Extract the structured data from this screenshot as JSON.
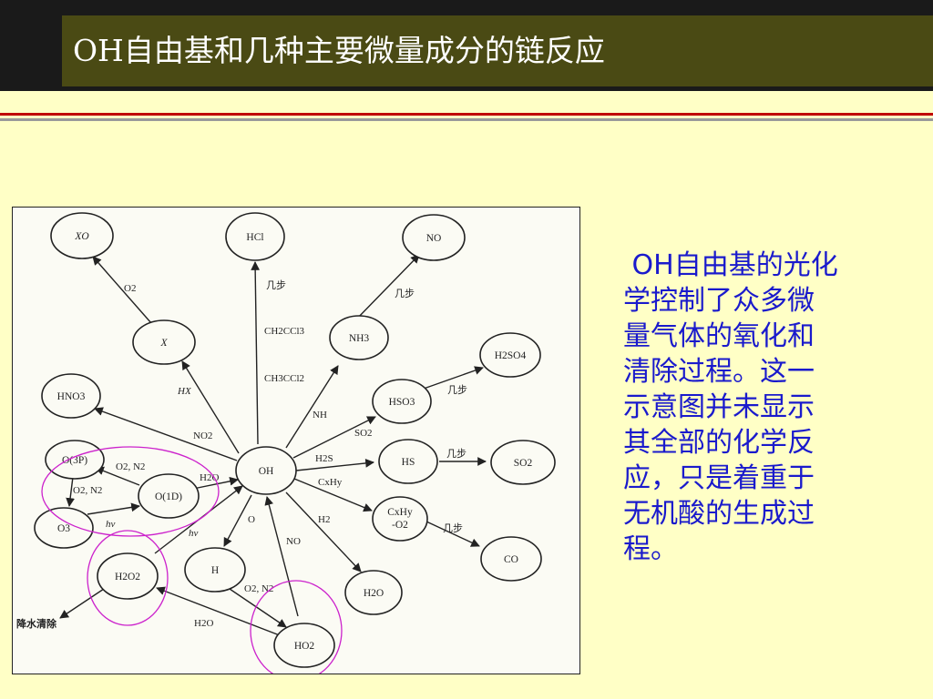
{
  "title": "OH自由基和几种主要微量成分的链反应",
  "description_text": "OH自由基的光化学控制了众多微量气体的氧化和清除过程。这一示意图并未显示其全部的化学反应，只是着重于无机酸的生成过程。",
  "description_lines": [
    " OH自由基的光化",
    "学控制了众多微",
    "量气体的氧化和",
    "清除过程。这一",
    "示意图并未显示",
    "其全部的化学反",
    "应，只是着重于",
    "无机酸的生成过",
    "程。"
  ],
  "colors": {
    "background": "#ffffc6",
    "title_bar": "#4a4a14",
    "title_text": "#ffffff",
    "note_text": "#1a1acc",
    "highlight_circle": "#cc22cc",
    "rule_red": "#c00000"
  },
  "diagram": {
    "nodes": {
      "XO": "XO",
      "HCl": "HCl",
      "NO": "NO",
      "X": "X",
      "NH3": "NH3",
      "H2SO4": "H2SO4",
      "HNO3": "HNO3",
      "HSO3": "HSO3",
      "O3P": "O(3P)",
      "OH": "OH",
      "HS": "HS",
      "SO2": "SO2",
      "O1D": "O(1D)",
      "O3": "O3",
      "CxHy_line1": "CxHy",
      "CxHy_line2": "-O2",
      "CO": "CO",
      "H2O2": "H2O2",
      "H": "H",
      "H2O": "H2O",
      "HO2": "HO2"
    },
    "labels": {
      "o2": "O2",
      "jibu1": "几步",
      "jibu2": "几步",
      "jibu3": "几步",
      "jibu4": "几步",
      "jibu5": "几步",
      "ch2ccl3": "CH2CCl3",
      "ch3ccl2": "CH3CCl2",
      "hx": "HX",
      "nh": "NH",
      "no2": "NO2",
      "so2": "SO2",
      "h2s": "H2S",
      "cxhy": "CxHy",
      "o2n2_a": "O2, N2",
      "o2n2_b": "O2, N2",
      "o2n2_c": "O2, N2",
      "h2o_a": "H2O",
      "h2o_b": "H2O",
      "hv_a": "hν",
      "hv_b": "hν",
      "o": "O",
      "no": "NO",
      "h2": "H2",
      "rain": "降水清除"
    }
  }
}
